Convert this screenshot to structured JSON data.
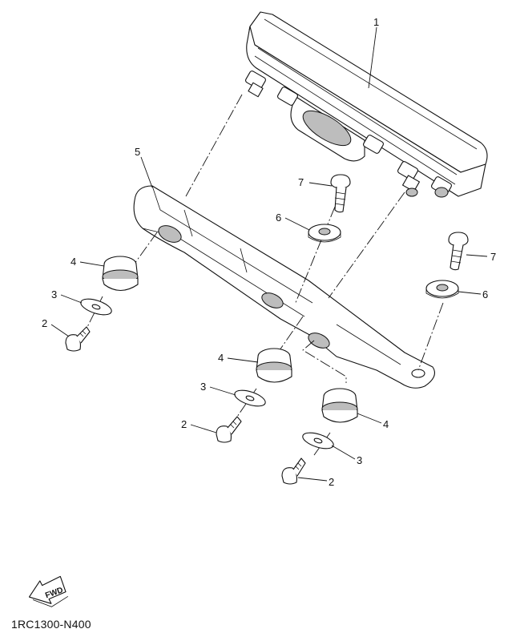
{
  "diagram": {
    "document_code": "1RC1300-N400",
    "fwd_label": "FWD",
    "callouts": [
      {
        "id": "c1",
        "text": "1"
      },
      {
        "id": "c2a",
        "text": "2"
      },
      {
        "id": "c2b",
        "text": "2"
      },
      {
        "id": "c2c",
        "text": "2"
      },
      {
        "id": "c3a",
        "text": "3"
      },
      {
        "id": "c3b",
        "text": "3"
      },
      {
        "id": "c3c",
        "text": "3"
      },
      {
        "id": "c4a",
        "text": "4"
      },
      {
        "id": "c4b",
        "text": "4"
      },
      {
        "id": "c4c",
        "text": "4"
      },
      {
        "id": "c5",
        "text": "5"
      },
      {
        "id": "c6a",
        "text": "6"
      },
      {
        "id": "c6b",
        "text": "6"
      },
      {
        "id": "c7a",
        "text": "7"
      },
      {
        "id": "c7b",
        "text": "7"
      }
    ]
  }
}
